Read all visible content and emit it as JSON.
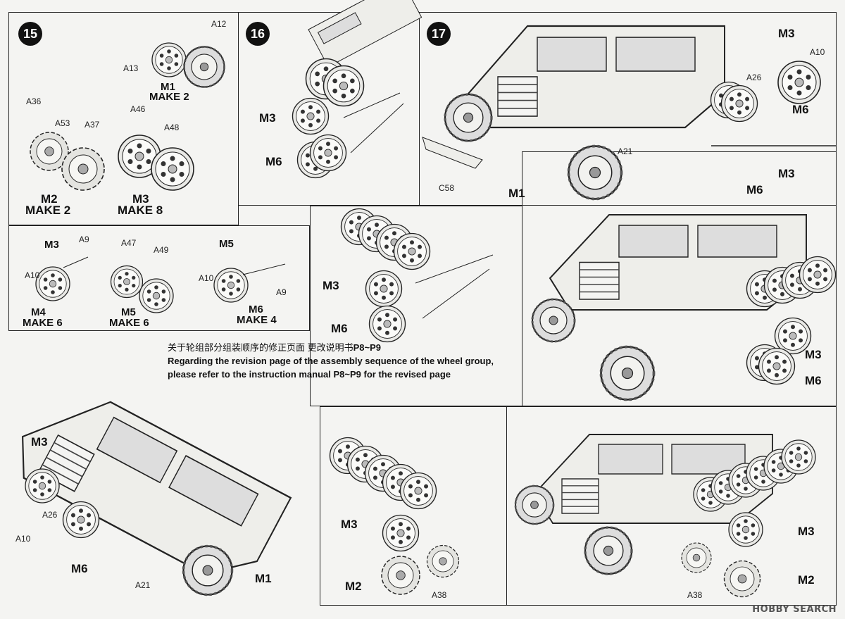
{
  "steps": {
    "s15": "15",
    "s16": "16",
    "s17": "17"
  },
  "step15": {
    "m1": "M1",
    "m1_make": "MAKE 2",
    "a12": "A12",
    "a13": "A13",
    "a36": "A36",
    "a53": "A53",
    "a37": "A37",
    "a46": "A46",
    "a48": "A48",
    "m2": "M2",
    "m2_make": "MAKE 2",
    "m3": "M3",
    "m3_make": "MAKE 8",
    "m3b": "M3",
    "a9a": "A9",
    "a10a": "A10",
    "m4": "M4",
    "m4_make": "MAKE 6",
    "a47": "A47",
    "a49": "A49",
    "m5": "M5",
    "m5_make": "MAKE 6",
    "m5b": "M5",
    "a10b": "A10",
    "a9b": "A9",
    "m6": "M6",
    "m6_make": "MAKE 4"
  },
  "step16": {
    "m3": "M3",
    "m6": "M6"
  },
  "step17": {
    "m3": "M3",
    "a10": "A10",
    "a26": "A26",
    "m6": "M6",
    "a21": "A21",
    "c58": "C58",
    "m1": "M1"
  },
  "rev1": {
    "m3": "M3",
    "m6": "M6"
  },
  "rev2": {
    "m6": "M6",
    "m3a": "M3",
    "m3b": "M3",
    "m6b": "M6"
  },
  "rev3": {
    "m3": "M3",
    "a10": "A10",
    "a26": "A26",
    "m6": "M6",
    "a21": "A21",
    "m1": "M1"
  },
  "rev4": {
    "m3": "M3",
    "m2": "M2",
    "a38": "A38"
  },
  "rev5": {
    "m3": "M3",
    "m2": "M2",
    "a38": "A38"
  },
  "notice": {
    "cn_prefix": "关于轮组部分组装顺序的修正页面 更改说明书",
    "cn_pages": "P8~P9",
    "en_line1": "Regarding the revision page of the assembly sequence of the wheel group,",
    "en_line2": "please refer to the instruction manual P8~P9 for the revised page"
  },
  "watermark": "HOBBY SEARCH"
}
